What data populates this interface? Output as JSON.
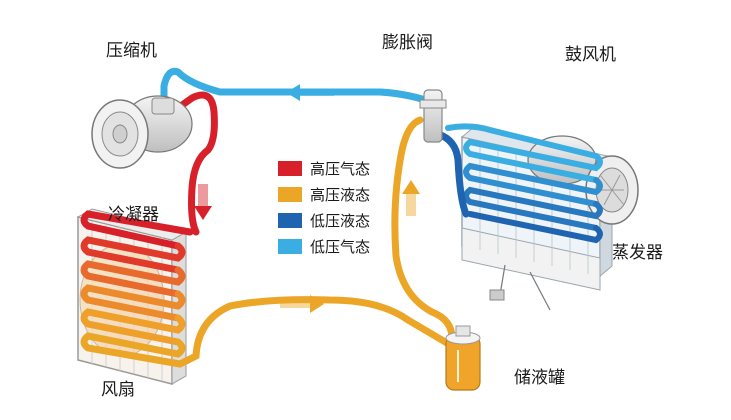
{
  "labels": {
    "compressor": "压缩机",
    "expansion_valve": "膨胀阀",
    "blower": "鼓风机",
    "condenser": "冷凝器",
    "evaporator": "蒸发器",
    "fan": "风扇",
    "receiver_drier": "储液罐"
  },
  "legend": [
    {
      "label": "高压气态",
      "color": "#d8202a"
    },
    {
      "label": "高压液态",
      "color": "#eba628"
    },
    {
      "label": "低压液态",
      "color": "#1f64b0"
    },
    {
      "label": "低压气态",
      "color": "#3aaee2"
    }
  ],
  "colors": {
    "high_pressure_gas": "#d8202a",
    "high_pressure_liquid": "#eba628",
    "low_pressure_liquid": "#1f64b0",
    "low_pressure_gas": "#3aaee2"
  }
}
